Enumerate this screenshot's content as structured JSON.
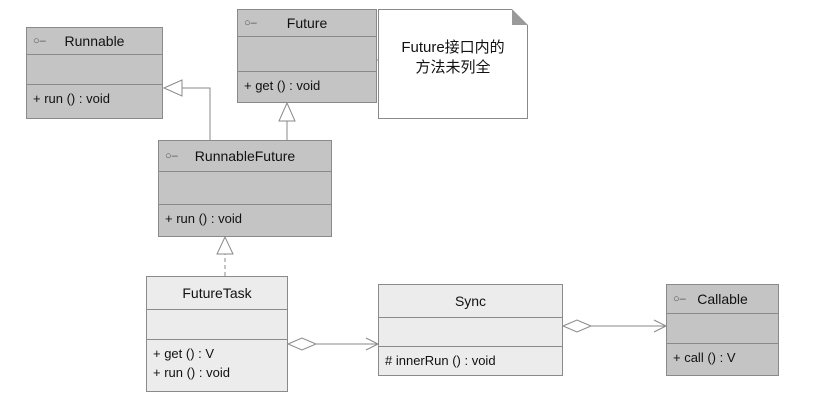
{
  "classes": {
    "runnable": {
      "name": "Runnable",
      "stereotype": "○–",
      "ops": [
        "+  run ()  : void"
      ]
    },
    "future": {
      "name": "Future",
      "stereotype": "○–",
      "ops": [
        "+  get ()  : void"
      ]
    },
    "runnable_future": {
      "name": "RunnableFuture",
      "stereotype": "○–",
      "ops": [
        "+  run ()  : void"
      ]
    },
    "future_task": {
      "name": "FutureTask",
      "ops": [
        "+  get ()  : V",
        "+  run ()  : void"
      ]
    },
    "sync": {
      "name": "Sync",
      "ops": [
        "#  innerRun ()  : void"
      ]
    },
    "callable": {
      "name": "Callable",
      "stereotype": "○–",
      "ops": [
        "+  call ()  : V"
      ]
    }
  },
  "note": {
    "line1": "Future接口内的",
    "line2": "方法未列全"
  },
  "colors": {
    "interface_fill": "#c4c4c4",
    "class_fill": "#ececec",
    "border": "#8a8a8a"
  }
}
